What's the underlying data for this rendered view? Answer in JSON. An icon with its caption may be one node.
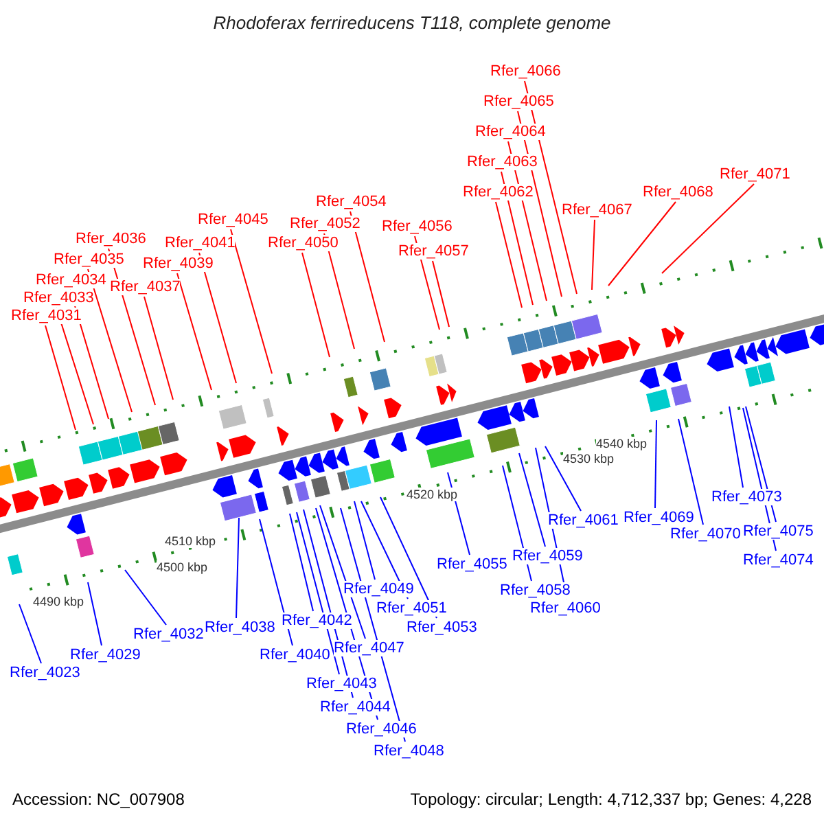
{
  "diagram": {
    "title": "Rhodoferax ferrireducens T118, complete genome",
    "nodes": [
      {
        "text": [
          "Rfer_4066"
        ]
      },
      {
        "text": [
          "Rfer_4065"
        ]
      },
      {
        "text": [
          "Rfer_4064"
        ]
      },
      {
        "text": [
          "Rfer_4063"
        ]
      },
      {
        "text": [
          "Rfer_4062"
        ]
      },
      {
        "text": [
          "Rfer_4067"
        ]
      },
      {
        "text": [
          "Rfer_4068"
        ]
      },
      {
        "text": [
          "Rfer_4071"
        ]
      },
      {
        "text": [
          "Rfer_4056"
        ]
      },
      {
        "text": [
          "Rfer_4057"
        ]
      },
      {
        "text": [
          "Rfer_4054"
        ]
      },
      {
        "text": [
          "Rfer_4052"
        ]
      },
      {
        "text": [
          "Rfer_4050"
        ]
      },
      {
        "text": [
          "Rfer_4045"
        ]
      },
      {
        "text": [
          "Rfer_4041"
        ]
      },
      {
        "text": [
          "Rfer_4039"
        ]
      },
      {
        "text": [
          "Rfer_4037"
        ]
      },
      {
        "text": [
          "Rfer_4036"
        ]
      },
      {
        "text": [
          "Rfer_4035"
        ]
      },
      {
        "text": [
          "Rfer_4034"
        ]
      },
      {
        "text": [
          "Rfer_4033"
        ]
      },
      {
        "text": [
          "Rfer_4031"
        ]
      },
      {
        "text": [
          "Rfer_4023"
        ]
      },
      {
        "text": [
          "Rfer_4029"
        ]
      },
      {
        "text": [
          "Rfer_4032"
        ]
      },
      {
        "text": [
          "Rfer_4038"
        ]
      },
      {
        "text": [
          "Rfer_4040"
        ]
      },
      {
        "text": [
          "Rfer_4042"
        ]
      },
      {
        "text": [
          "Rfer_4043"
        ]
      },
      {
        "text": [
          "Rfer_4044"
        ]
      },
      {
        "text": [
          "Rfer_4046"
        ]
      },
      {
        "text": [
          "Rfer_4047"
        ]
      },
      {
        "text": [
          "Rfer_4048"
        ]
      },
      {
        "text": [
          "Rfer_4049"
        ]
      },
      {
        "text": [
          "Rfer_4051"
        ]
      },
      {
        "text": [
          "Rfer_4053"
        ]
      },
      {
        "text": [
          "Rfer_4055"
        ]
      },
      {
        "text": [
          "Rfer_4058"
        ]
      },
      {
        "text": [
          "Rfer_4059"
        ]
      },
      {
        "text": [
          "Rfer_4060"
        ]
      },
      {
        "text": [
          "Rfer_4061"
        ]
      },
      {
        "text": [
          "Rfer_4069"
        ]
      },
      {
        "text": [
          "Rfer_4070"
        ]
      },
      {
        "text": [
          "Rfer_4073"
        ]
      },
      {
        "text": [
          "Rfer_4075"
        ]
      },
      {
        "text": [
          "Rfer_4074"
        ]
      }
    ],
    "edges": [
      {
        "from": 0,
        "to": null,
        "arrow": "none",
        "color": "#ff0000"
      },
      {
        "from": 1,
        "to": null,
        "arrow": "none",
        "color": "#ff0000"
      },
      {
        "from": 2,
        "to": null,
        "arrow": "none",
        "color": "#ff0000"
      },
      {
        "from": 3,
        "to": null,
        "arrow": "none",
        "color": "#ff0000"
      },
      {
        "from": 4,
        "to": null,
        "arrow": "none",
        "color": "#ff0000"
      },
      {
        "from": 5,
        "to": null,
        "arrow": "none",
        "color": "#ff0000"
      },
      {
        "from": 6,
        "to": null,
        "arrow": "none",
        "color": "#ff0000"
      },
      {
        "from": 7,
        "to": null,
        "arrow": "none",
        "color": "#ff0000"
      },
      {
        "from": 8,
        "to": null,
        "arrow": "none",
        "color": "#ff0000"
      },
      {
        "from": 9,
        "to": null,
        "arrow": "none",
        "color": "#ff0000"
      },
      {
        "from": 10,
        "to": null,
        "arrow": "none",
        "color": "#ff0000"
      },
      {
        "from": 11,
        "to": null,
        "arrow": "none",
        "color": "#ff0000"
      },
      {
        "from": 12,
        "to": null,
        "arrow": "none",
        "color": "#ff0000"
      },
      {
        "from": 13,
        "to": null,
        "arrow": "none",
        "color": "#ff0000"
      },
      {
        "from": 14,
        "to": null,
        "arrow": "none",
        "color": "#ff0000"
      },
      {
        "from": 15,
        "to": null,
        "arrow": "none",
        "color": "#ff0000"
      },
      {
        "from": 16,
        "to": null,
        "arrow": "none",
        "color": "#ff0000"
      },
      {
        "from": 17,
        "to": null,
        "arrow": "none",
        "color": "#ff0000"
      },
      {
        "from": 18,
        "to": null,
        "arrow": "none",
        "color": "#ff0000"
      },
      {
        "from": 19,
        "to": null,
        "arrow": "none",
        "color": "#ff0000"
      },
      {
        "from": 20,
        "to": null,
        "arrow": "none",
        "color": "#ff0000"
      },
      {
        "from": 21,
        "to": null,
        "arrow": "none",
        "color": "#ff0000"
      },
      {
        "from": 22,
        "to": null,
        "arrow": "none"
      },
      {
        "from": 23,
        "to": null,
        "arrow": "none"
      },
      {
        "from": 24,
        "to": null,
        "arrow": "none"
      },
      {
        "from": 25,
        "to": null,
        "arrow": "none"
      },
      {
        "from": 26,
        "to": null,
        "arrow": "none"
      },
      {
        "from": 27,
        "to": null,
        "arrow": "none"
      },
      {
        "from": 28,
        "to": null,
        "arrow": "none"
      },
      {
        "from": 29,
        "to": null,
        "arrow": "none"
      },
      {
        "from": 30,
        "to": null,
        "arrow": "none"
      },
      {
        "from": 31,
        "to": null,
        "arrow": "none"
      },
      {
        "from": 32,
        "to": null,
        "arrow": "none"
      },
      {
        "from": 33,
        "to": null,
        "arrow": "none"
      },
      {
        "from": 34,
        "to": null,
        "arrow": "none"
      },
      {
        "from": 35,
        "to": null,
        "arrow": "none"
      },
      {
        "from": 36,
        "to": null,
        "arrow": "none"
      },
      {
        "from": 37,
        "to": null,
        "arrow": "none"
      },
      {
        "from": 38,
        "to": null,
        "arrow": "none"
      },
      {
        "from": 39,
        "to": null,
        "arrow": "none"
      },
      {
        "from": 40,
        "to": null,
        "arrow": "none"
      },
      {
        "from": 41,
        "to": null,
        "arrow": "none"
      },
      {
        "from": 42,
        "to": null,
        "arrow": "none"
      },
      {
        "from": 43,
        "to": null,
        "arrow": "none"
      },
      {
        "from": 44,
        "to": null,
        "arrow": "none"
      },
      {
        "from": 45,
        "to": null,
        "arrow": "none"
      }
    ],
    "labels": [
      "4490 kbp",
      "4500 kbp",
      "4510 kbp",
      "4520 kbp",
      "4530 kbp",
      "4540 kbp",
      "Accession: NC_007908",
      "Topology: circular; Length: 4,712,337 bp; Genes: 4,228"
    ]
  }
}
